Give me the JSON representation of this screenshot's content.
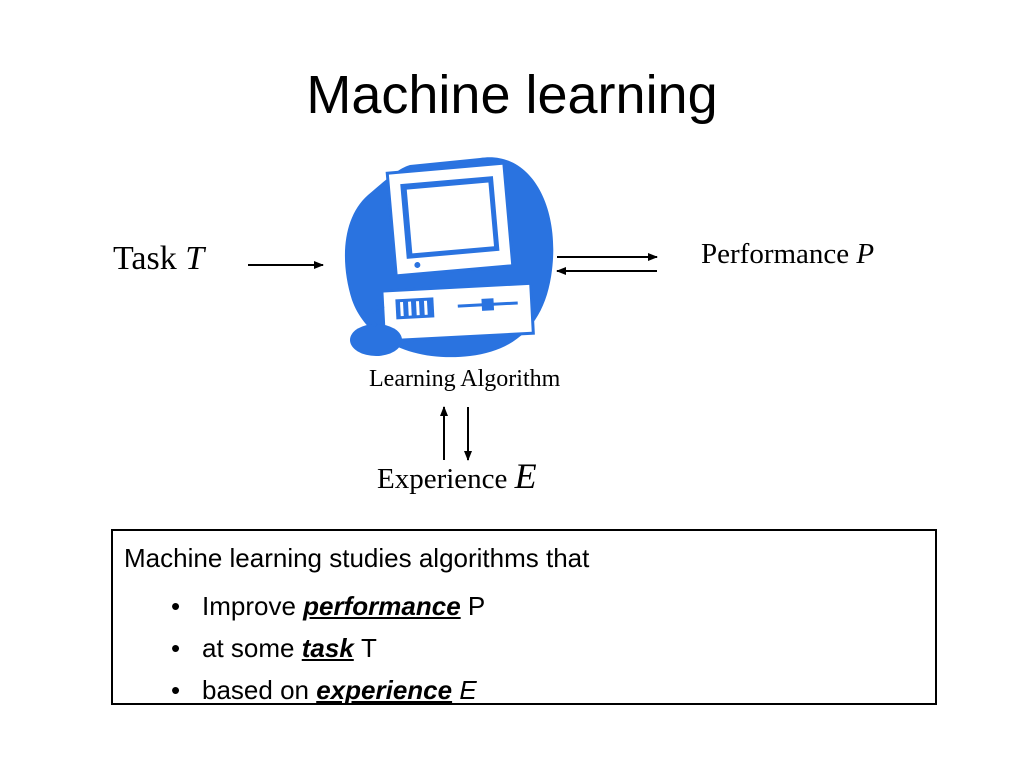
{
  "slide": {
    "title": "Machine learning"
  },
  "diagram": {
    "task_label": "Task",
    "task_var": "T",
    "performance_label": "Performance",
    "performance_var": "P",
    "algorithm_label": "Learning Algorithm",
    "experience_label": "Experience",
    "experience_var": "E",
    "computer_icon": "computer-icon",
    "accent_color": "#2a73e0"
  },
  "summary": {
    "lead": "Machine learning studies algorithms that",
    "bullets": [
      {
        "before": "Improve",
        "keyword": "performance",
        "after": "P"
      },
      {
        "before": "at some",
        "keyword": "task",
        "after": "T"
      },
      {
        "before": "based on",
        "keyword": "experience",
        "after": "E"
      }
    ],
    "bullet_char": "•"
  }
}
